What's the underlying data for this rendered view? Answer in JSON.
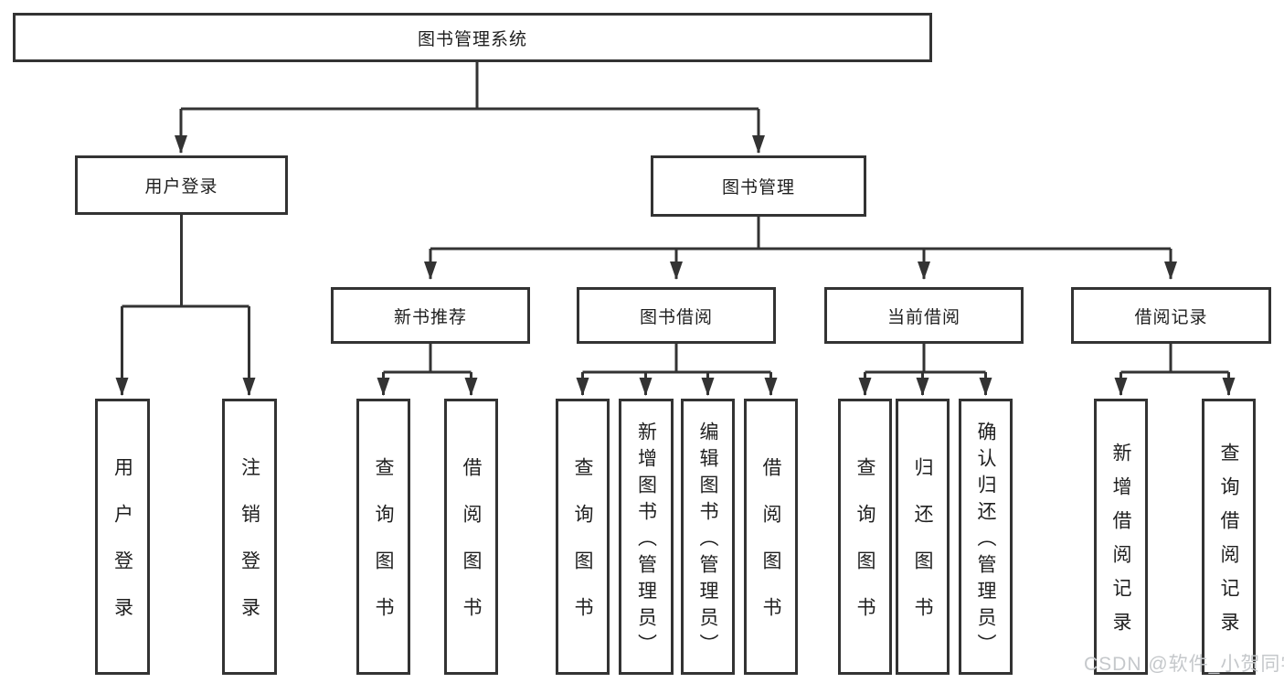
{
  "diagram": {
    "root": {
      "label": "图书管理系统"
    },
    "branches": [
      {
        "label": "用户登录",
        "leaves": [
          {
            "label": "用户登录"
          },
          {
            "label": "注销登录"
          }
        ]
      },
      {
        "label": "图书管理",
        "children": [
          {
            "label": "新书推荐",
            "leaves": [
              {
                "label": "查询图书"
              },
              {
                "label": "借阅图书"
              }
            ]
          },
          {
            "label": "图书借阅",
            "leaves": [
              {
                "label": "查询图书"
              },
              {
                "label": "新增图书（管理员）"
              },
              {
                "label": "编辑图书（管理员）"
              },
              {
                "label": "借阅图书"
              }
            ]
          },
          {
            "label": "当前借阅",
            "leaves": [
              {
                "label": "查询图书"
              },
              {
                "label": "归还图书"
              },
              {
                "label": "确认归还（管理员）"
              }
            ]
          },
          {
            "label": "借阅记录",
            "leaves": [
              {
                "label": "新增借阅记录"
              },
              {
                "label": "查询借阅记录"
              }
            ]
          }
        ]
      }
    ]
  },
  "watermark": {
    "text": "CSDN @软件_小贺同学"
  },
  "colors": {
    "line": "#333333",
    "box_border": "#333333",
    "box_background": "#ffffff",
    "text": "#1f1f1f",
    "watermark": "#c5c8cb",
    "page_background": "#ffffff"
  }
}
